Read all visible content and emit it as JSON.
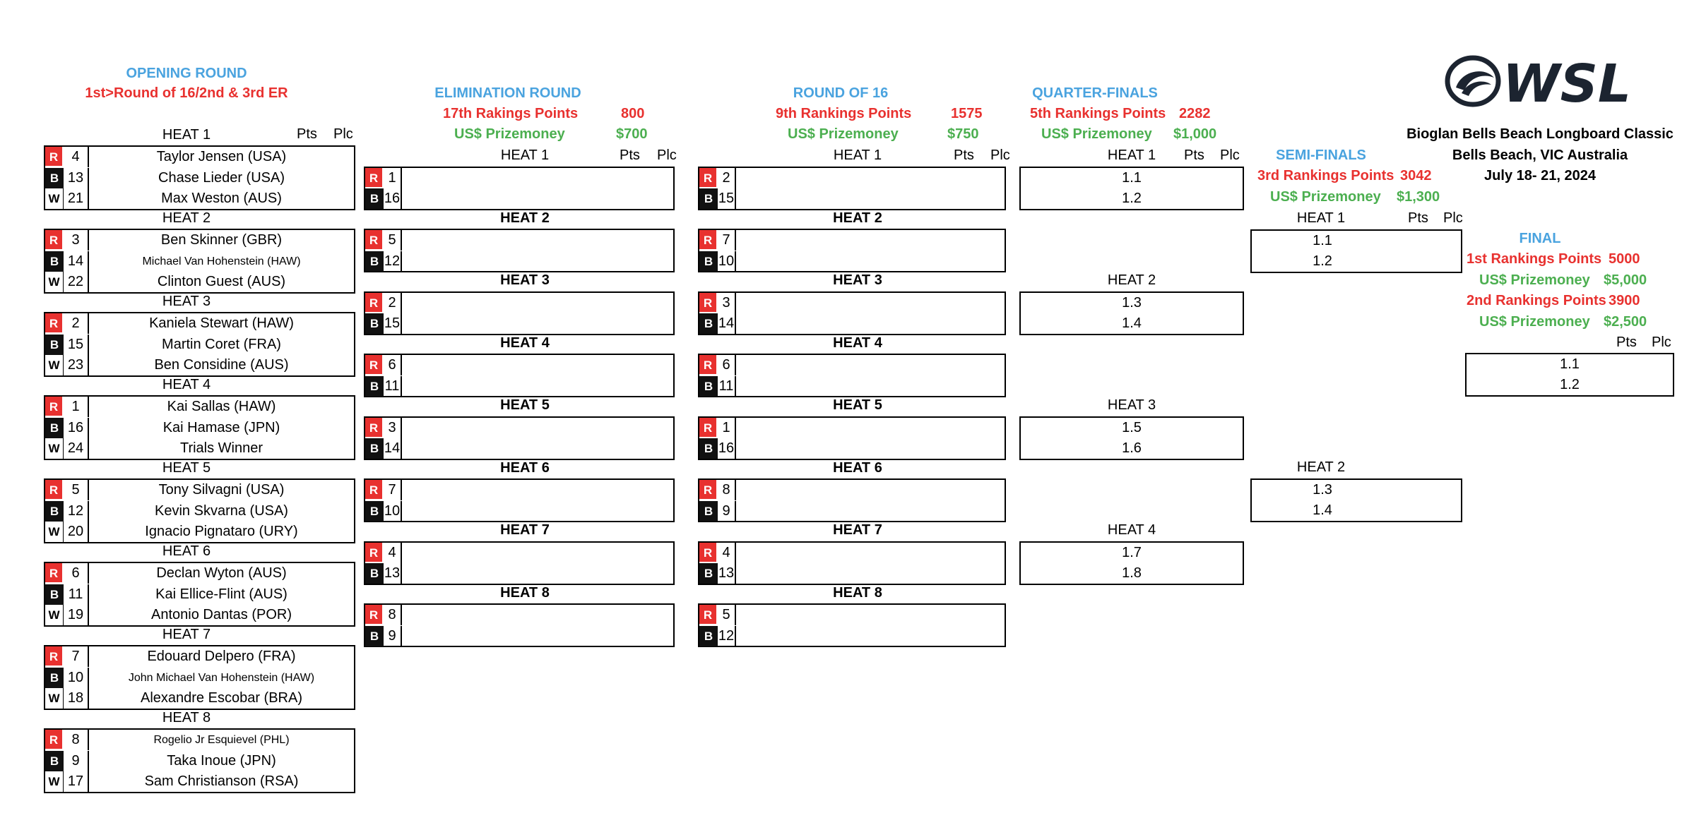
{
  "event": {
    "title": "Bioglan Bells Beach Longboard Classic",
    "location": "Bells Beach, VIC Australia",
    "dates": "July 18- 21, 2024",
    "logo_text": "WSL"
  },
  "labels": {
    "pts": "Pts",
    "plc": "Plc",
    "tag_r": "R",
    "tag_b": "B",
    "tag_w": "W"
  },
  "opening": {
    "title": "OPENING ROUND",
    "subtitle": "1st>Round of 16/2nd & 3rd ER",
    "heats": [
      {
        "label": "HEAT 1",
        "surfers": [
          {
            "seed": "4",
            "name": "Taylor Jensen (USA)"
          },
          {
            "seed": "13",
            "name": "Chase Lieder (USA)"
          },
          {
            "seed": "21",
            "name": "Max Weston (AUS)"
          }
        ]
      },
      {
        "label": "HEAT 2",
        "surfers": [
          {
            "seed": "3",
            "name": "Ben Skinner (GBR)"
          },
          {
            "seed": "14",
            "name": "Michael Van Hohenstein (HAW)"
          },
          {
            "seed": "22",
            "name": "Clinton Guest (AUS)"
          }
        ]
      },
      {
        "label": "HEAT 3",
        "surfers": [
          {
            "seed": "2",
            "name": "Kaniela Stewart (HAW)"
          },
          {
            "seed": "15",
            "name": "Martin Coret (FRA)"
          },
          {
            "seed": "23",
            "name": "Ben Considine (AUS)"
          }
        ]
      },
      {
        "label": "HEAT 4",
        "surfers": [
          {
            "seed": "1",
            "name": "Kai Sallas (HAW)"
          },
          {
            "seed": "16",
            "name": "Kai Hamase (JPN)"
          },
          {
            "seed": "24",
            "name": "Trials Winner"
          }
        ]
      },
      {
        "label": "HEAT 5",
        "surfers": [
          {
            "seed": "5",
            "name": "Tony Silvagni (USA)"
          },
          {
            "seed": "12",
            "name": "Kevin Skvarna (USA)"
          },
          {
            "seed": "20",
            "name": "Ignacio Pignataro (URY)"
          }
        ]
      },
      {
        "label": "HEAT 6",
        "surfers": [
          {
            "seed": "6",
            "name": "Declan Wyton (AUS)"
          },
          {
            "seed": "11",
            "name": "Kai Ellice-Flint (AUS)"
          },
          {
            "seed": "19",
            "name": "Antonio Dantas (POR)"
          }
        ]
      },
      {
        "label": "HEAT 7",
        "surfers": [
          {
            "seed": "7",
            "name": "Edouard Delpero (FRA)"
          },
          {
            "seed": "10",
            "name": "John Michael Van Hohenstein (HAW)"
          },
          {
            "seed": "18",
            "name": "Alexandre Escobar (BRA)"
          }
        ]
      },
      {
        "label": "HEAT 8",
        "surfers": [
          {
            "seed": "8",
            "name": "Rogelio Jr Esquievel (PHL)"
          },
          {
            "seed": "9",
            "name": "Taka Inoue (JPN)"
          },
          {
            "seed": "17",
            "name": "Sam Christianson (RSA)"
          }
        ]
      }
    ]
  },
  "elimination": {
    "title": "ELIMINATION ROUND",
    "points_label": "17th Rakings Points",
    "points": "800",
    "prize_label": "US$ Prizemoney",
    "prize": "$700",
    "heats": [
      {
        "label": "HEAT 1",
        "seeds": [
          "1",
          "16"
        ]
      },
      {
        "label": "HEAT 2",
        "seeds": [
          "5",
          "12"
        ]
      },
      {
        "label": "HEAT 3",
        "seeds": [
          "2",
          "15"
        ]
      },
      {
        "label": "HEAT 4",
        "seeds": [
          "6",
          "11"
        ]
      },
      {
        "label": "HEAT 5",
        "seeds": [
          "3",
          "14"
        ]
      },
      {
        "label": "HEAT 6",
        "seeds": [
          "7",
          "10"
        ]
      },
      {
        "label": "HEAT 7",
        "seeds": [
          "4",
          "13"
        ]
      },
      {
        "label": "HEAT 8",
        "seeds": [
          "8",
          "9"
        ]
      }
    ]
  },
  "r16": {
    "title": "ROUND OF 16",
    "points_label": "9th Rankings Points",
    "points": "1575",
    "prize_label": "US$ Prizemoney",
    "prize": "$750",
    "heats": [
      {
        "label": "HEAT 1",
        "seeds": [
          "2",
          "15"
        ]
      },
      {
        "label": "HEAT 2",
        "seeds": [
          "7",
          "10"
        ]
      },
      {
        "label": "HEAT 3",
        "seeds": [
          "3",
          "14"
        ]
      },
      {
        "label": "HEAT 4",
        "seeds": [
          "6",
          "11"
        ]
      },
      {
        "label": "HEAT 5",
        "seeds": [
          "1",
          "16"
        ]
      },
      {
        "label": "HEAT 6",
        "seeds": [
          "8",
          "9"
        ]
      },
      {
        "label": "HEAT 7",
        "seeds": [
          "4",
          "13"
        ]
      },
      {
        "label": "HEAT 8",
        "seeds": [
          "5",
          "12"
        ]
      }
    ]
  },
  "qf": {
    "title": "QUARTER-FINALS",
    "points_label": "5th Rankings Points",
    "points": "2282",
    "prize_label": "US$ Prizemoney",
    "prize": "$1,000",
    "heats": [
      {
        "label": "HEAT 1",
        "slots": [
          "1.1",
          "1.2"
        ]
      },
      {
        "label": "HEAT 2",
        "slots": [
          "1.3",
          "1.4"
        ]
      },
      {
        "label": "HEAT 3",
        "slots": [
          "1.5",
          "1.6"
        ]
      },
      {
        "label": "HEAT 4",
        "slots": [
          "1.7",
          "1.8"
        ]
      }
    ]
  },
  "sf": {
    "title": "SEMI-FINALS",
    "points_label": "3rd Rankings Points",
    "points": "3042",
    "prize_label": "US$ Prizemoney",
    "prize": "$1,300",
    "heats": [
      {
        "label": "HEAT 1",
        "slots": [
          "1.1",
          "1.2"
        ]
      },
      {
        "label": "HEAT 2",
        "slots": [
          "1.3",
          "1.4"
        ]
      }
    ]
  },
  "final": {
    "title": "FINAL",
    "p1_label": "1st Rankings Points",
    "p1": "5000",
    "pz1_label": "US$ Prizemoney",
    "pz1": "$5,000",
    "p2_label": "2nd Rankings Points",
    "p2": "3900",
    "pz2_label": "US$ Prizemoney",
    "pz2": "$2,500",
    "slots": [
      "1.1",
      "1.2"
    ]
  },
  "colors": {
    "title_blue": "#4aa3df",
    "points_red": "#e8312f",
    "prize_green": "#4caf50"
  }
}
